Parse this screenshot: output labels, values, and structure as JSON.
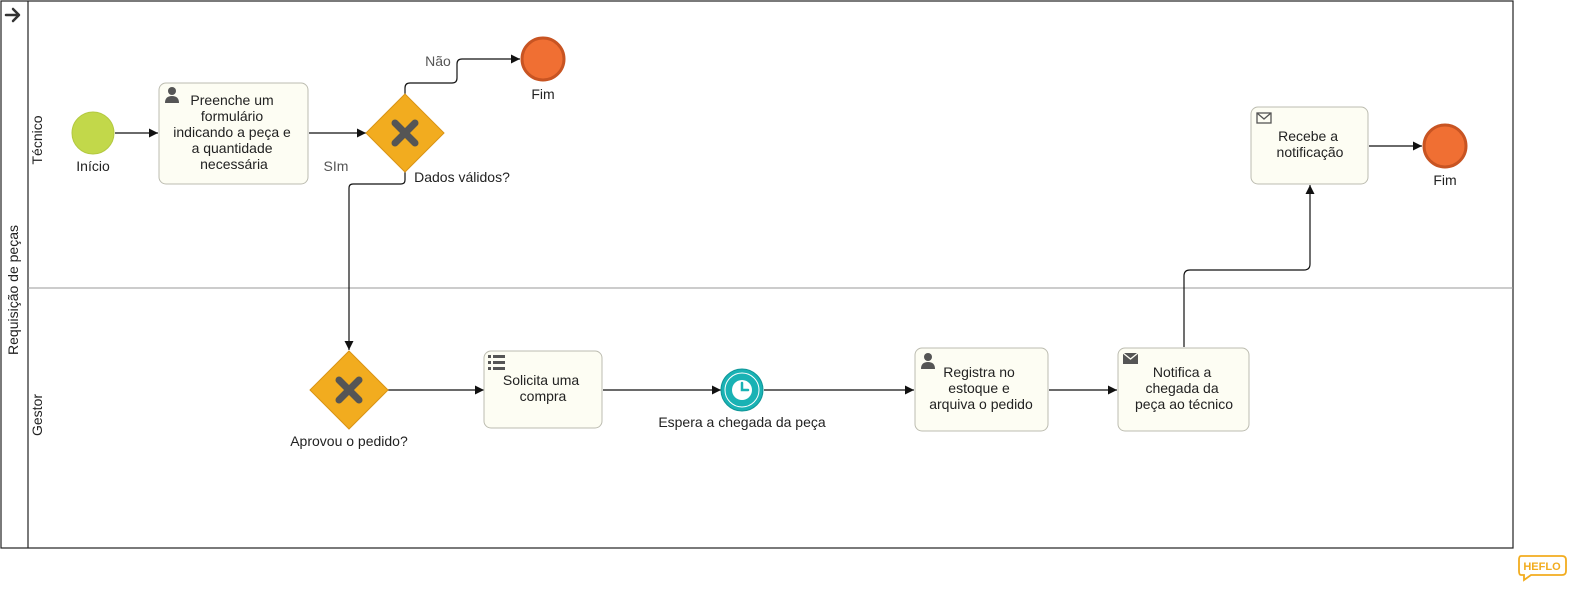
{
  "pool": {
    "title": "Requisição de peças",
    "lanes": [
      {
        "name": "Técnico"
      },
      {
        "name": "Gestor"
      }
    ]
  },
  "events": {
    "start": {
      "label": "Início"
    },
    "end_nao": {
      "label": "Fim"
    },
    "end_final": {
      "label": "Fim"
    },
    "timer": {
      "label": "Espera a chegada da peça"
    }
  },
  "tasks": {
    "preenche": {
      "type": "user",
      "lines": [
        "Preenche um",
        "formulário",
        "indicando a peça e",
        "a quantidade",
        "necessária"
      ]
    },
    "recebe": {
      "type": "receive",
      "lines": [
        "Recebe a",
        "notificação"
      ]
    },
    "solicita": {
      "type": "script",
      "lines": [
        "Solicita uma",
        "compra"
      ]
    },
    "registra": {
      "type": "user",
      "lines": [
        "Registra no",
        "estoque e",
        "arquiva o pedido"
      ]
    },
    "notifica": {
      "type": "send",
      "lines": [
        "Notifica a",
        "chegada da",
        "peça ao técnico"
      ]
    }
  },
  "gateways": {
    "dados": {
      "label": "Dados válidos?"
    },
    "aprovou": {
      "label": "Aprovou o pedido?"
    }
  },
  "flows": {
    "nao": "Não",
    "sim": "SIm"
  },
  "brand": {
    "logo_text": "HEFLO"
  },
  "colors": {
    "start": "#c2d84a",
    "end": "#f06f33",
    "end_border": "#c85422",
    "gateway": "#f2ac1f",
    "timer": "#19b2b4",
    "task_fill": "#fdfdf3",
    "task_border": "#bcbcb0"
  }
}
